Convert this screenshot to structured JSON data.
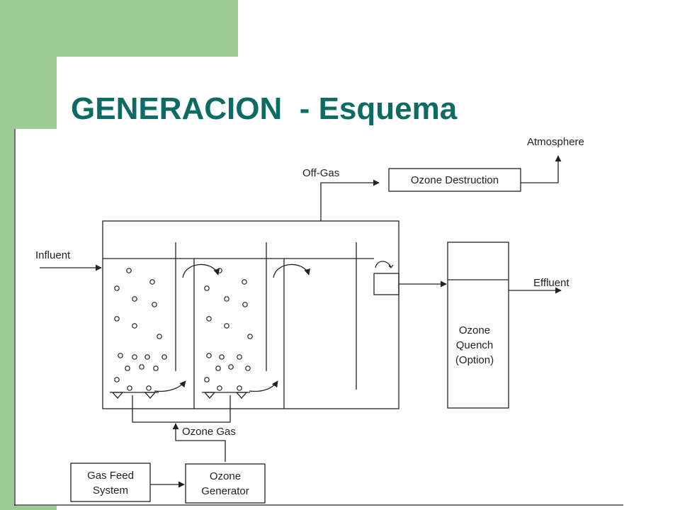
{
  "slide": {
    "title": "GENERACION  - Esquema"
  },
  "diagram": {
    "atmosphere": "Atmosphere",
    "off_gas": "Off-Gas",
    "ozone_destruction": "Ozone Destruction",
    "influent": "Influent",
    "effluent": "Effluent",
    "quench": [
      "Ozone",
      "Quench",
      "(Option)"
    ],
    "ozone_gas": "Ozone Gas",
    "gas_feed": [
      "Gas Feed",
      "System"
    ],
    "ozone_generator": [
      "Ozone",
      "Generator"
    ]
  },
  "colors": {
    "title": "#0d6b64",
    "accent": "#9ccc94",
    "line": "#222222"
  }
}
